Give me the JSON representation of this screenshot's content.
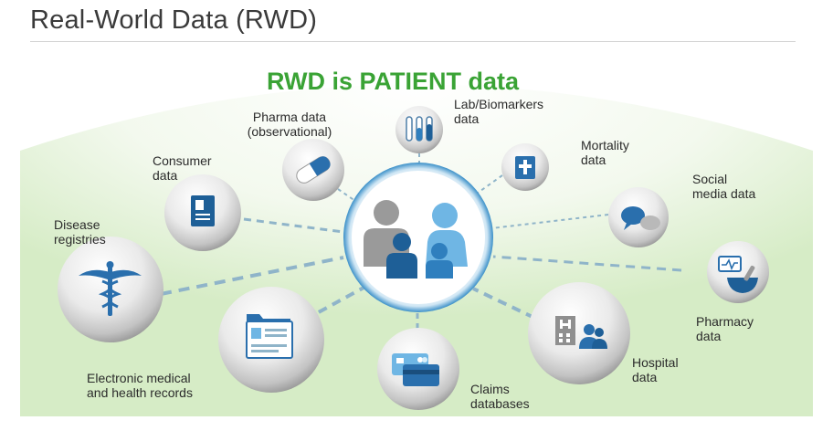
{
  "slide": {
    "title": "Real-World Data (RWD)"
  },
  "diagram": {
    "heading": "RWD is PATIENT data",
    "center": {
      "name": "patient-family-icon"
    },
    "nodes": [
      {
        "id": "lab",
        "label_lines": [
          "Lab/Biomarkers",
          "data"
        ],
        "icon": "test-tubes-icon"
      },
      {
        "id": "mortality",
        "label_lines": [
          "Mortality",
          "data"
        ],
        "icon": "cross-document-icon"
      },
      {
        "id": "social",
        "label_lines": [
          "Social",
          "media data"
        ],
        "icon": "chat-bubbles-icon"
      },
      {
        "id": "pharmacy",
        "label_lines": [
          "Pharmacy",
          "data"
        ],
        "icon": "mortar-pestle-icon"
      },
      {
        "id": "hospital",
        "label_lines": [
          "Hospital",
          "data"
        ],
        "icon": "hospital-staff-icon"
      },
      {
        "id": "claims",
        "label_lines": [
          "Claims",
          "databases"
        ],
        "icon": "credit-card-icon"
      },
      {
        "id": "ehr",
        "label_lines": [
          "Electronic medical",
          "and health records"
        ],
        "icon": "medical-folder-icon"
      },
      {
        "id": "disease",
        "label_lines": [
          "Disease",
          "registries"
        ],
        "icon": "caduceus-icon"
      },
      {
        "id": "consumer",
        "label_lines": [
          "Consumer",
          "data"
        ],
        "icon": "badge-document-icon"
      },
      {
        "id": "pharma",
        "label_lines": [
          "Pharma data",
          "(observational)"
        ],
        "icon": "pill-capsule-icon"
      }
    ]
  }
}
